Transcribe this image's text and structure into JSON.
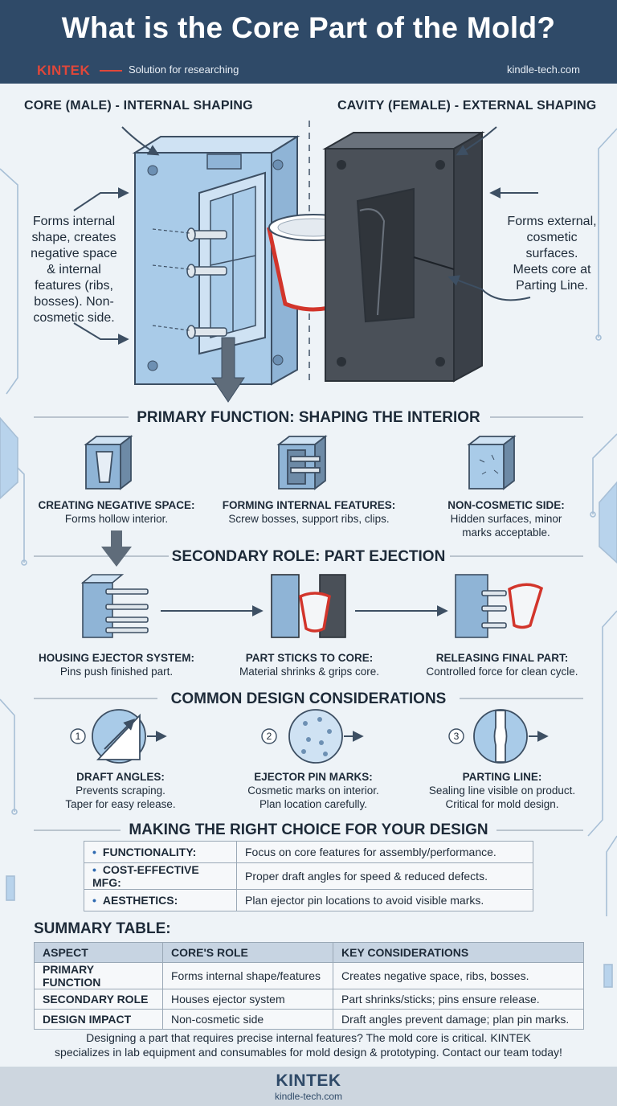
{
  "header": {
    "title": "What is the Core Part of the Mold?",
    "brand": "KINTEK",
    "tagline": "Solution for researching",
    "site": "kindle-tech.com"
  },
  "hero": {
    "core_label": "CORE (MALE) - INTERNAL SHAPING",
    "cavity_label": "CAVITY (FEMALE) - EXTERNAL SHAPING",
    "core_desc_lines": [
      "Forms internal",
      "shape, creates",
      "negative space",
      "& internal",
      "features (ribs,",
      "bosses). Non-",
      "cosmetic side."
    ],
    "cavity_desc_lines": [
      "Forms external,",
      "cosmetic",
      "surfaces.",
      "Meets core at",
      "Parting Line."
    ]
  },
  "primary": {
    "heading": "PRIMARY FUNCTION: SHAPING THE INTERIOR",
    "items": [
      {
        "title": "CREATING NEGATIVE SPACE:",
        "lines": [
          "Forms hollow interior."
        ]
      },
      {
        "title": "FORMING INTERNAL FEATURES:",
        "lines": [
          "Screw bosses, support ribs, clips."
        ]
      },
      {
        "title": "NON-COSMETIC SIDE:",
        "lines": [
          "Hidden surfaces, minor",
          "marks acceptable."
        ]
      }
    ]
  },
  "secondary": {
    "heading": "SECONDARY ROLE: PART EJECTION",
    "items": [
      {
        "title": "HOUSING EJECTOR SYSTEM:",
        "lines": [
          "Pins push finished part."
        ]
      },
      {
        "title": "PART STICKS TO CORE:",
        "lines": [
          "Material shrinks & grips core."
        ]
      },
      {
        "title": "RELEASING FINAL PART:",
        "lines": [
          "Controlled force for clean cycle."
        ]
      }
    ]
  },
  "design": {
    "heading": "COMMON DESIGN CONSIDERATIONS",
    "items": [
      {
        "num": "1",
        "title": "DRAFT ANGLES:",
        "lines": [
          "Prevents scraping.",
          "Taper for easy release."
        ]
      },
      {
        "num": "2",
        "title": "EJECTOR PIN MARKS:",
        "lines": [
          "Cosmetic marks on interior.",
          "Plan location carefully."
        ]
      },
      {
        "num": "3",
        "title": "PARTING LINE:",
        "lines": [
          "Sealing line visible on product.",
          "Critical for mold design."
        ]
      }
    ]
  },
  "choice": {
    "heading": "MAKING THE RIGHT CHOICE FOR YOUR DESIGN",
    "rows": [
      {
        "key": "FUNCTIONALITY:",
        "value": "Focus on core features for assembly/performance."
      },
      {
        "key": "COST-EFFECTIVE MFG:",
        "value": "Proper draft angles for speed & reduced defects."
      },
      {
        "key": "AESTHETICS:",
        "value": "Plan ejector pin locations to avoid visible marks."
      }
    ]
  },
  "summary": {
    "heading": "SUMMARY TABLE:",
    "headers": [
      "ASPECT",
      "CORE'S ROLE",
      "KEY CONSIDERATIONS"
    ],
    "rows": [
      [
        "PRIMARY FUNCTION",
        "Forms internal shape/features",
        "Creates negative space, ribs, bosses."
      ],
      [
        "SECONDARY ROLE",
        "Houses ejector system",
        "Part shrinks/sticks; pins ensure release."
      ],
      [
        "DESIGN IMPACT",
        "Non-cosmetic side",
        "Draft angles prevent damage; plan pin marks."
      ]
    ]
  },
  "cta": {
    "lines": [
      "Designing a part that requires precise internal features? The mold core is critical. KINTEK",
      "specializes in lab equipment and consumables for mold design & prototyping. Contact our team today!"
    ]
  },
  "footer": {
    "brand": "KINTEK",
    "site": "kindle-tech.com"
  },
  "colors": {
    "header": "#2f4a68",
    "core_blue": "#a9cbe8",
    "cavity_gray": "#4a5058",
    "accent_red": "#d2352b",
    "text": "#1d2a38"
  }
}
